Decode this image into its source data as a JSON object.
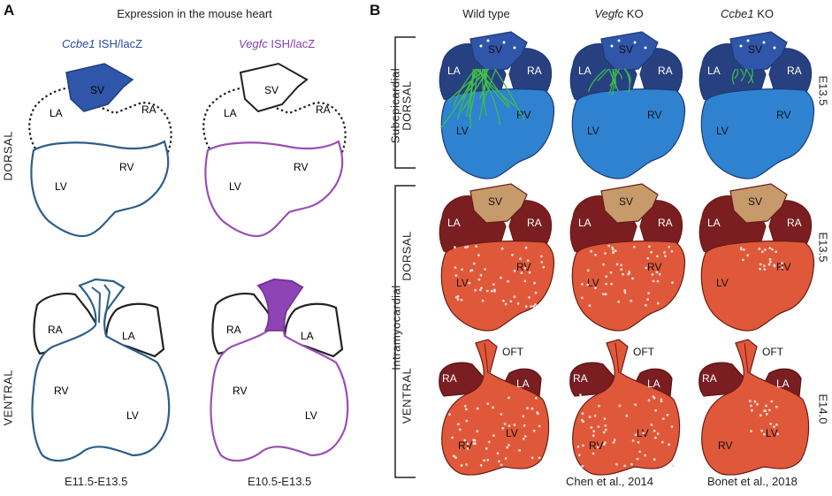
{
  "panelA": {
    "letter": "A",
    "title": "Expression in the mouse heart",
    "col1_gene": "Ccbe1",
    "col1_method": " ISH/lacZ",
    "col2_gene": "Vegfc",
    "col2_method": " ISH/lacZ",
    "row_dorsal": "DORSAL",
    "row_ventral": "VENTRAL",
    "stage1": "E11.5-E13.5",
    "stage2": "E10.5-E13.5"
  },
  "panelB": {
    "letter": "B",
    "col1": "Wild type",
    "col2_gene": "Vegfc",
    "col2_suffix": " KO",
    "col3_gene": "Ccbe1",
    "col3_suffix": " KO",
    "group_sub": "Subepicardial",
    "group_intra": "Intramyocardial",
    "row1": "DORSAL",
    "row2": "DORSAL",
    "row3": "VENTRAL",
    "stage1": "E13.5",
    "stage2": "E13.5",
    "stage3": "E14.0",
    "ref1": "Chen et al., 2014",
    "ref2": "Bonet et al., 2018"
  },
  "labels": {
    "sv": "SV",
    "la": "LA",
    "ra": "RA",
    "lv": "LV",
    "rv": "RV",
    "oft": "OFT"
  },
  "colors": {
    "ccbe1_blue": "#2f56a8",
    "vegfc_purple": "#8e44b5",
    "outline_blue": "#2c5f8a",
    "outline_purple": "#9b4fb5",
    "heart_blue": "#2f82d0",
    "atria_blue": "#27407f",
    "vessel_green": "#3fbf4a",
    "heart_orange": "#e0583a",
    "atria_red": "#7a1e22",
    "sv_tan": "#c79a6b"
  }
}
